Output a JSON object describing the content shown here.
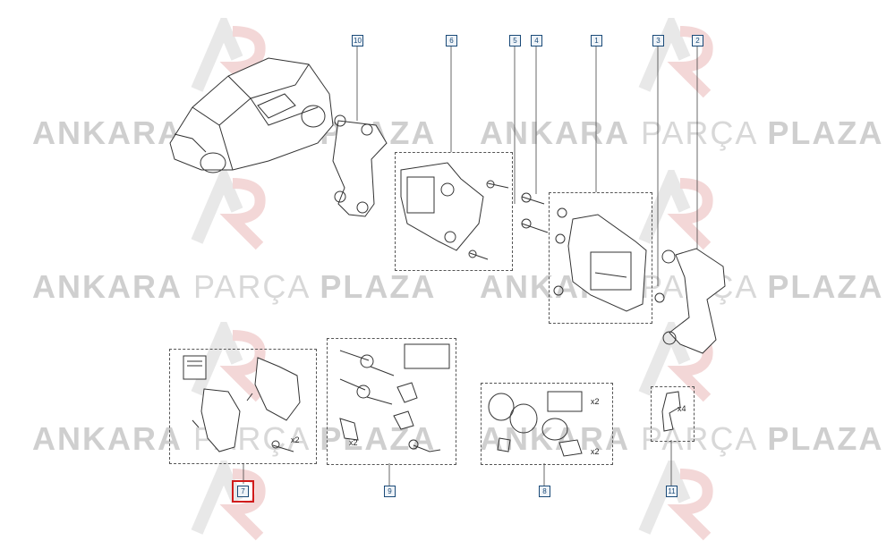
{
  "watermark": {
    "word1": "ANKARA",
    "word2": "PARÇA",
    "word3": "PLAZA"
  },
  "callouts": {
    "c1": "1",
    "c2": "2",
    "c3": "3",
    "c4": "4",
    "c5": "5",
    "c6": "6",
    "c7": "7",
    "c8": "8",
    "c9": "9",
    "c10": "10",
    "c11": "11"
  },
  "selected_callout": "7",
  "quantities": {
    "pads_bolts": "x2",
    "pins": "x2",
    "seal_pack": "x2",
    "boot": "x2",
    "clips": "x4"
  },
  "colors": {
    "callout_border": "#1a4a78",
    "highlight": "#d11b1b",
    "watermark": "#cfcfcf"
  }
}
